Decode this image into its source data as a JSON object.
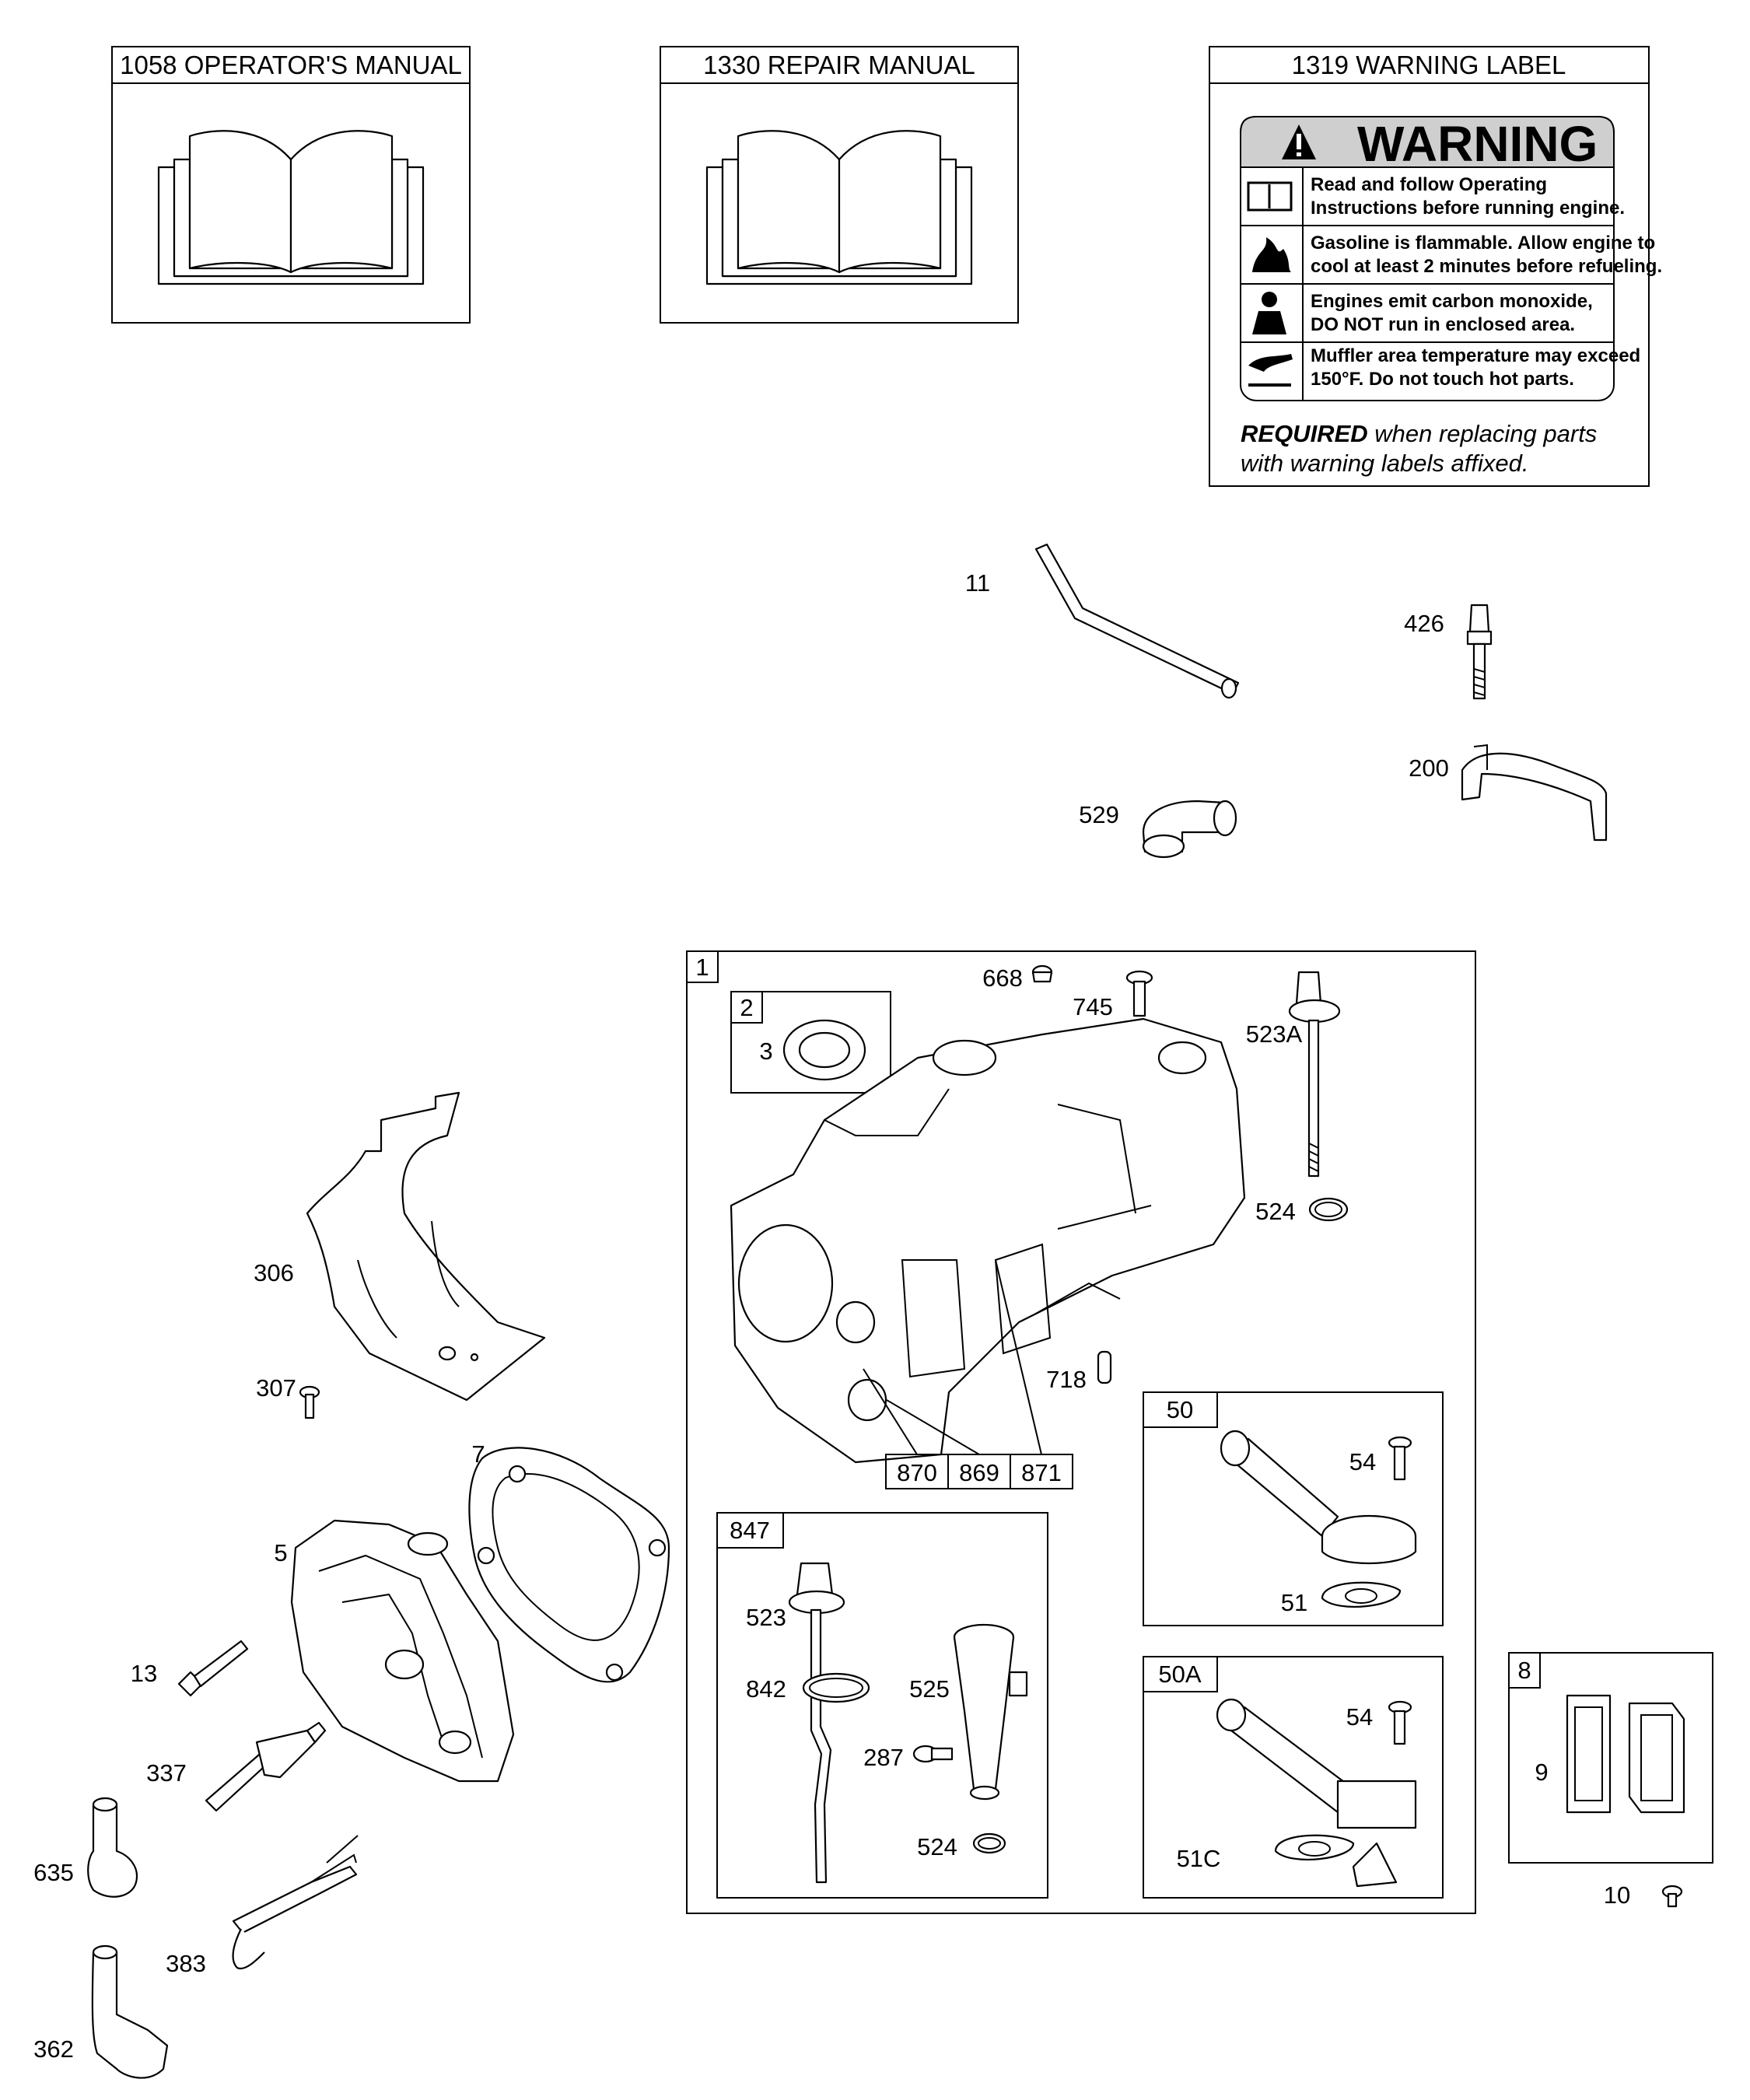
{
  "manuals": [
    {
      "title": "1058 OPERATOR'S MANUAL"
    },
    {
      "title": "1330 REPAIR MANUAL"
    }
  ],
  "warning_label": {
    "title": "1319 WARNING LABEL",
    "heading": "WARNING",
    "lines": [
      [
        "Read and follow Operating",
        "Instructions before running engine."
      ],
      [
        "Gasoline is flammable. Allow engine to",
        "cool at least 2 minutes before refueling."
      ],
      [
        "Engines emit carbon monoxide,",
        "DO NOT run in enclosed area."
      ],
      [
        "Muffler area temperature may exceed",
        "150°F.  Do not touch hot parts."
      ]
    ],
    "required_bold": "REQUIRED",
    "required_rest": " when replacing parts",
    "required_line2": "with warning labels affixed."
  },
  "kits": {
    "k1": "1",
    "k2": "2",
    "k847": "847",
    "k50": "50",
    "k50a": "50A",
    "k8": "8",
    "box870": "870",
    "box869": "869",
    "box871": "871"
  },
  "labels": {
    "p11": "11",
    "p426": "426",
    "p200": "200",
    "p529": "529",
    "p668": "668",
    "p745": "745",
    "p523a": "523A",
    "p3": "3",
    "p524a": "524",
    "p718": "718",
    "p54a": "54",
    "p51": "51",
    "p54b": "54",
    "p51c": "51C",
    "p523": "523",
    "p842": "842",
    "p525": "525",
    "p287": "287",
    "p524b": "524",
    "p9": "9",
    "p10": "10",
    "p306": "306",
    "p307": "307",
    "p7": "7",
    "p5": "5",
    "p13": "13",
    "p337": "337",
    "p635": "635",
    "p383": "383",
    "p362": "362"
  }
}
